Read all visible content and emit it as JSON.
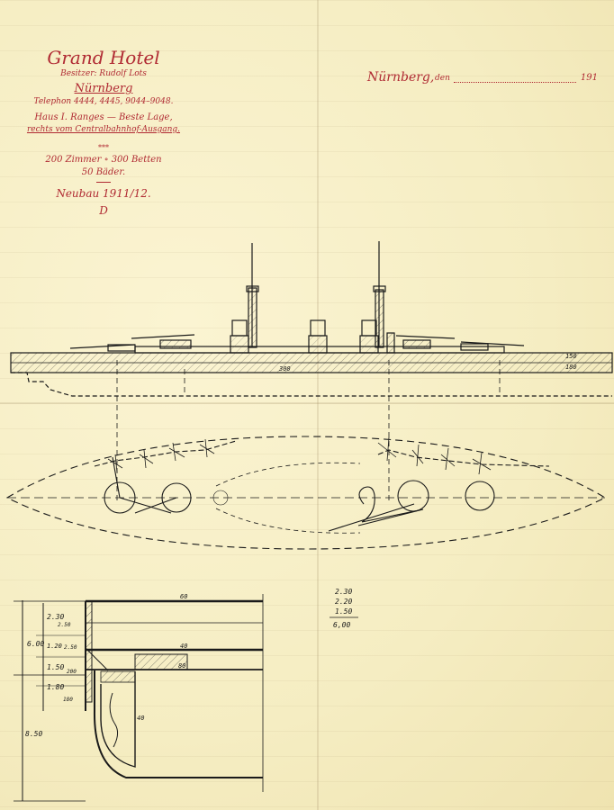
{
  "letterhead": {
    "title": "Grand Hotel",
    "owner": "Besitzer: Rudolf Lots",
    "city": "Nürnberg",
    "phone": "Telephon 4444, 4445, 9044–9048.",
    "rank": "Haus I. Ranges — Beste Lage,",
    "location": "rechts vom Centralbahnhof-Ausgang.",
    "stars": "⁎⁎⁎",
    "rooms": "200 Zimmer ∘ 300 Betten",
    "baths": "50 Bäder.",
    "built": "Neubau 1911/12.",
    "monogram": "D"
  },
  "dateline": {
    "city": "Nürnberg,",
    "den": "den",
    "year": "191"
  },
  "sketch": {
    "profile_labels": [
      "300",
      "150",
      "180"
    ],
    "section_dims": {
      "left": [
        "2.30",
        "2.50",
        "6.00",
        "1.20",
        "2.50",
        "1.50",
        "200",
        "1.80",
        "180",
        "8.50"
      ],
      "right": [
        "60",
        "40",
        "80",
        "40"
      ]
    },
    "sum": {
      "lines": [
        "2.30",
        "2.20",
        "1.50"
      ],
      "total": "6,00"
    }
  },
  "colors": {
    "paper": "#fbf6d8",
    "print_red": "#b02a33",
    "ink": "#1a1a1a"
  }
}
